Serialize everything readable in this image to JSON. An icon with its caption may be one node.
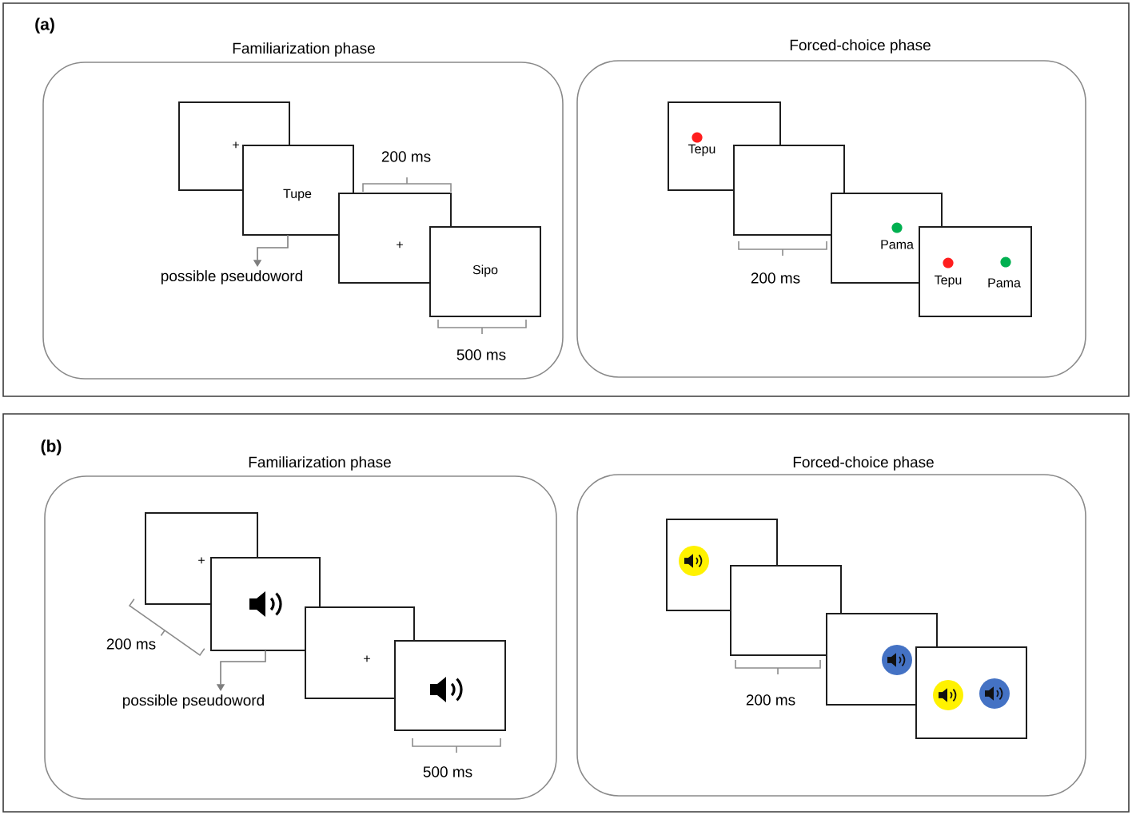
{
  "diagram": {
    "nodes": [
      {
        "text": [
          "(a)"
        ]
      },
      {
        "text": [
          "Familiarization phase"
        ],
        "in": 0
      },
      {
        "text": [
          "+"
        ],
        "in": 1
      },
      {
        "text": [
          "Tupe"
        ],
        "in": 1
      },
      {
        "text": [
          "+"
        ],
        "in": 1,
        "beside": [
          "200 ms"
        ]
      },
      {
        "text": [
          "Sipo"
        ],
        "in": 1,
        "beside": [
          "500 ms"
        ]
      },
      {
        "text": [
          "possible pseudoword"
        ],
        "in": 1
      },
      {
        "text": [
          "Forced-choice phase"
        ],
        "in": 0
      },
      {
        "text": [
          "Tepu"
        ],
        "in": 7
      },
      {
        "text": [],
        "shape": "box",
        "in": 7,
        "beside": [
          "200 ms"
        ]
      },
      {
        "text": [
          "Pama"
        ],
        "in": 7
      },
      {
        "text": [
          "Tepu",
          "Pama"
        ],
        "in": 7
      },
      {
        "text": [
          "(b)"
        ]
      },
      {
        "text": [
          "Familiarization phase"
        ],
        "in": 12
      },
      {
        "text": [
          "+"
        ],
        "in": 13,
        "beside": [
          "200 ms"
        ]
      },
      {
        "text": [],
        "shape": "box",
        "in": 13
      },
      {
        "text": [
          "+"
        ],
        "in": 13
      },
      {
        "text": [],
        "shape": "box",
        "in": 13,
        "beside": [
          "500 ms"
        ]
      },
      {
        "text": [
          "possible pseudoword"
        ],
        "in": 13
      },
      {
        "text": [
          "Forced-choice phase"
        ],
        "in": 12
      },
      {
        "text": [],
        "shape": "box",
        "in": 19
      },
      {
        "text": [],
        "shape": "box",
        "in": 19,
        "beside": [
          "200 ms"
        ]
      },
      {
        "text": [],
        "shape": "box",
        "in": 19
      },
      {
        "text": [],
        "shape": "box",
        "in": 19
      }
    ],
    "edges": [
      {
        "from": 3,
        "to": 6,
        "arrow": "to"
      },
      {
        "from": 15,
        "to": 18,
        "arrow": "to"
      }
    ]
  }
}
